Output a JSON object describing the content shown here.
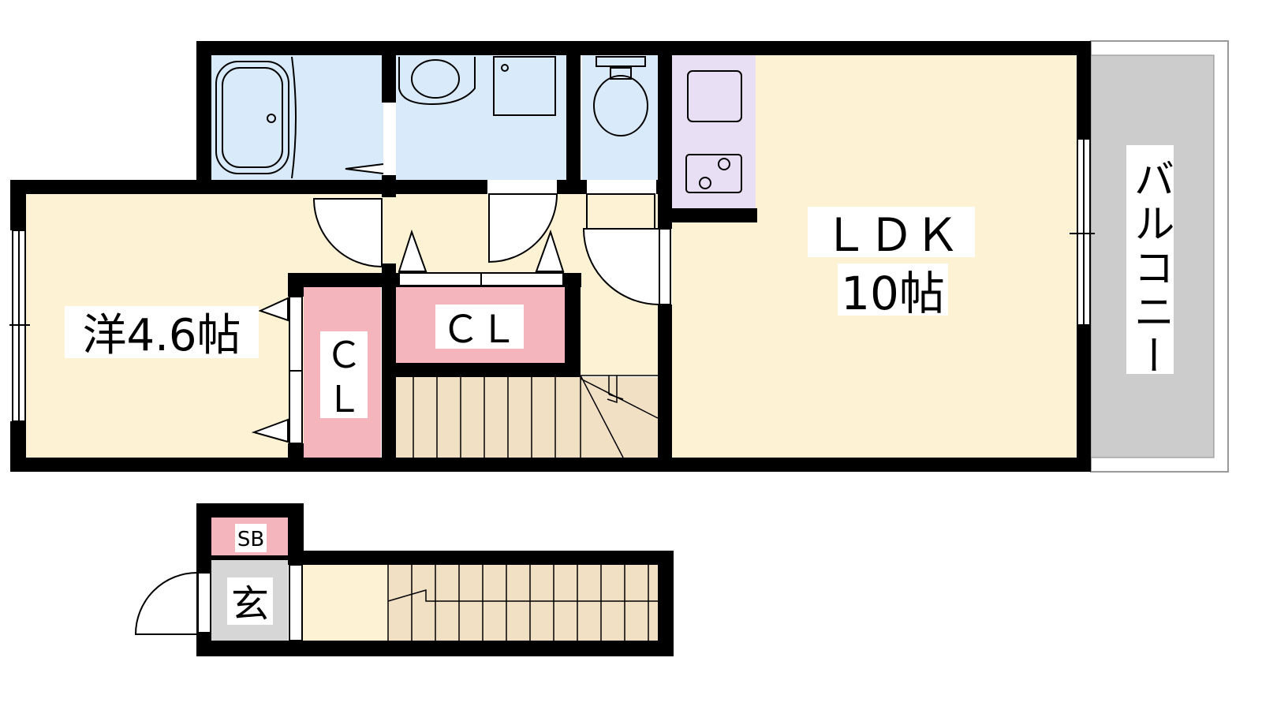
{
  "rooms": {
    "western": {
      "label": "洋4.6帖"
    },
    "ldk": {
      "label": "ＬＤＫ",
      "size": "10帖"
    },
    "balcony": {
      "label": "バルコニー"
    },
    "closet_right": {
      "label": "ＣＬ"
    },
    "closet_left": {
      "line1": "Ｃ",
      "line2": "Ｌ"
    },
    "shoe_box": {
      "label": "SB"
    },
    "entrance": {
      "label": "玄"
    }
  },
  "colors": {
    "wall": "#000000",
    "room_floor": "#fdf2d3",
    "wet_area": "#d9ebfa",
    "kitchen": "#e9dff5",
    "closet": "#f5b5bd",
    "stairs": "#f2e0c4",
    "balcony": "#cccccc",
    "entrance": "#d6d6d6"
  }
}
